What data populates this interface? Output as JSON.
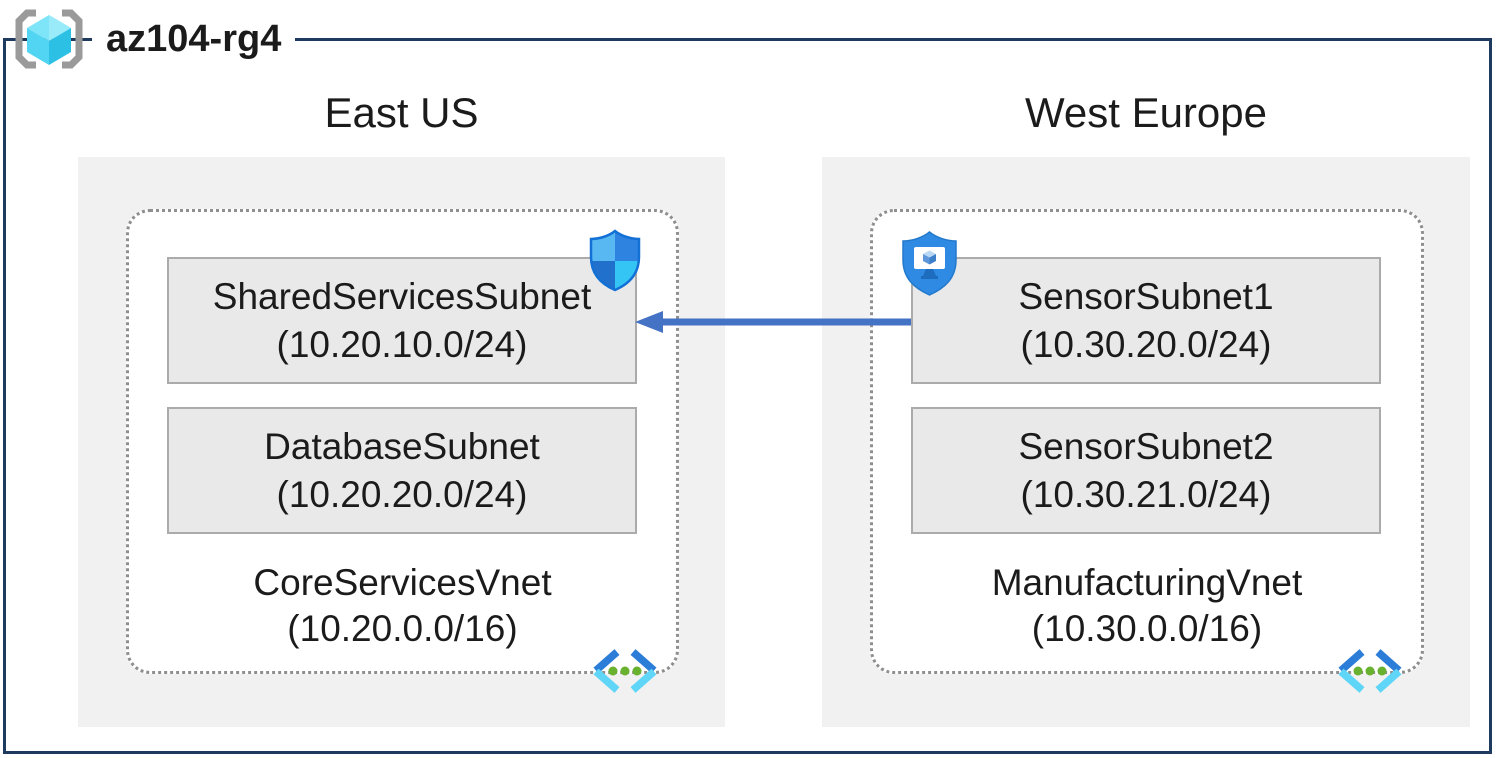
{
  "resource_group": {
    "title": "az104-rg4"
  },
  "regions": [
    {
      "name": "East US",
      "vnet": {
        "name": "CoreServicesVnet",
        "cidr": "(10.20.0.0/16)"
      },
      "subnets": [
        {
          "name": "SharedServicesSubnet",
          "cidr": "(10.20.10.0/24)"
        },
        {
          "name": "DatabaseSubnet",
          "cidr": "(10.20.20.0/24)"
        }
      ]
    },
    {
      "name": "West Europe",
      "vnet": {
        "name": "ManufacturingVnet",
        "cidr": "(10.30.0.0/16)"
      },
      "subnets": [
        {
          "name": "SensorSubnet1",
          "cidr": "(10.30.20.0/24)"
        },
        {
          "name": "SensorSubnet2",
          "cidr": "(10.30.21.0/24)"
        }
      ]
    }
  ],
  "icons": {
    "resource_group": "resource-group-braces-cube-icon",
    "left_subnet_badge": "defender-shield-icon",
    "right_subnet_badge": "shield-monitor-icon",
    "vnet_badge": "virtual-network-icon"
  },
  "colors": {
    "outer_border": "#1e3a5f",
    "region_fill": "#f1f1f1",
    "subnet_fill": "#e9e9e9",
    "subnet_border": "#ababab",
    "vnet_dotted_border": "#8f8f8f",
    "arrow_blue": "#4472c4",
    "vnet_icon_dark_blue": "#2b7dd8",
    "vnet_icon_light_cyan": "#5fd6f7",
    "vnet_icon_green": "#68b22f"
  }
}
